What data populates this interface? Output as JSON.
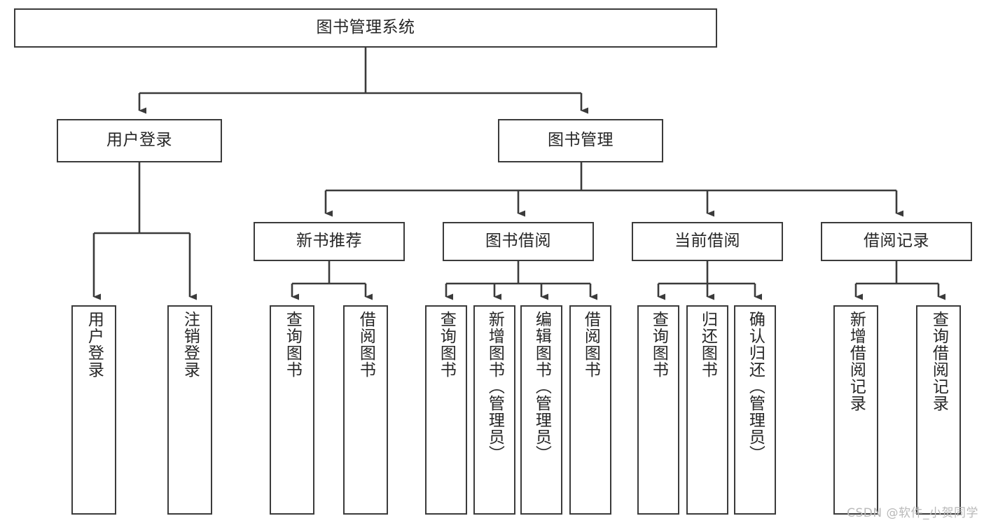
{
  "diagram": {
    "title": "图书管理系统",
    "watermark": "CSDN @软件_小贺同学",
    "colors": {
      "box_border": "#3b3b3b",
      "connector": "#3b3b3b",
      "text": "#262626",
      "background": "#ffffff",
      "watermark": "#b9b9b9"
    },
    "root": {
      "label": "图书管理系统"
    },
    "level2": [
      {
        "label": "用户登录"
      },
      {
        "label": "图书管理"
      }
    ],
    "level3": [
      {
        "label": "新书推荐"
      },
      {
        "label": "图书借阅"
      },
      {
        "label": "当前借阅"
      },
      {
        "label": "借阅记录"
      }
    ],
    "leaves": {
      "user_login": [
        {
          "label": "用户登录"
        },
        {
          "label": "注销登录"
        }
      ],
      "new_book_recommend": [
        {
          "label": "查询图书"
        },
        {
          "label": "借阅图书"
        }
      ],
      "book_borrow": [
        {
          "label": "查询图书"
        },
        {
          "label": "新增图书（管理员）"
        },
        {
          "label": "编辑图书（管理员）"
        },
        {
          "label": "借阅图书"
        }
      ],
      "current_borrow": [
        {
          "label": "查询图书"
        },
        {
          "label": "归还图书"
        },
        {
          "label": "确认归还（管理员）"
        }
      ],
      "borrow_record": [
        {
          "label": "新增借阅记录"
        },
        {
          "label": "查询借阅记录"
        }
      ]
    }
  }
}
